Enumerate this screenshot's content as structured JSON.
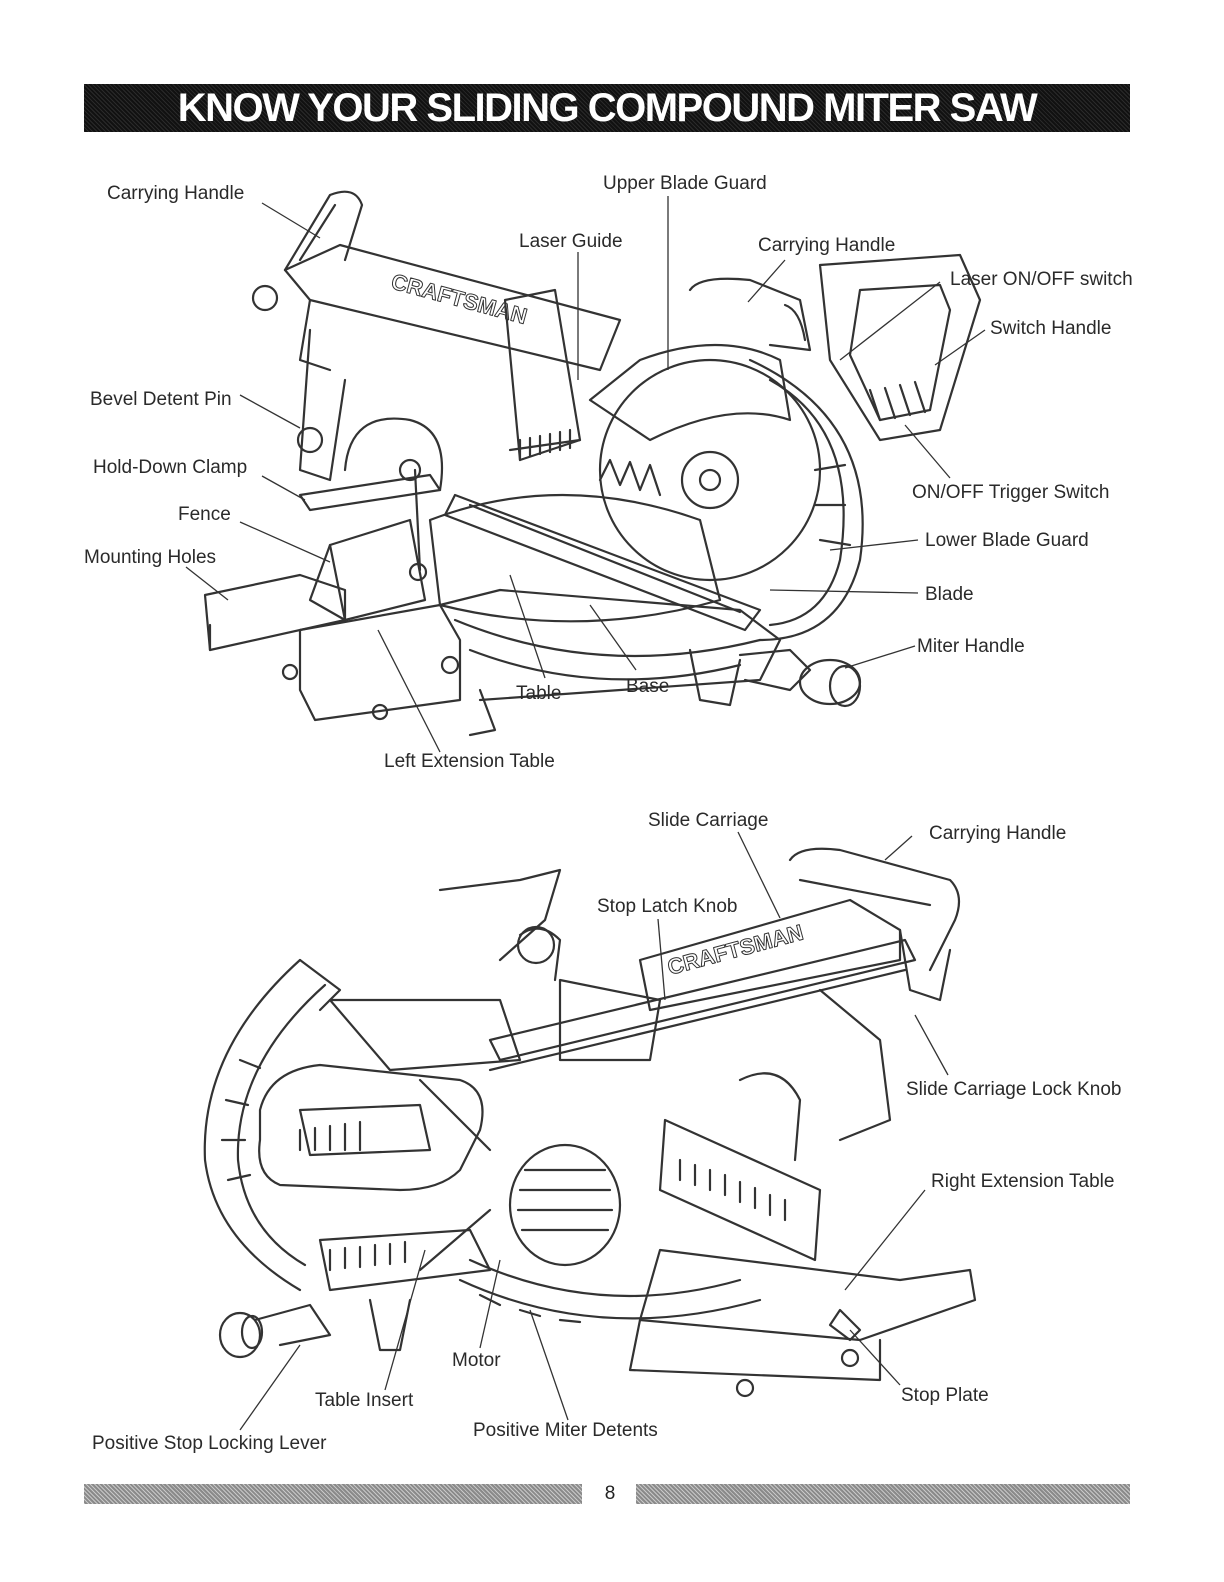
{
  "title": "KNOW YOUR SLIDING COMPOUND MITER SAW",
  "page_number": "8",
  "figure_top": {
    "labels": {
      "carrying_handle_left": "Carrying Handle",
      "upper_blade_guard": "Upper Blade Guard",
      "laser_guide": "Laser Guide",
      "carrying_handle_right": "Carrying Handle",
      "laser_switch": "Laser ON/OFF switch",
      "switch_handle": "Switch Handle",
      "bevel_detent_pin": "Bevel Detent Pin",
      "hold_down_clamp": "Hold-Down Clamp",
      "fence": "Fence",
      "mounting_holes": "Mounting Holes",
      "trigger_switch": "ON/OFF Trigger Switch",
      "lower_blade_guard": "Lower Blade Guard",
      "blade": "Blade",
      "miter_handle": "Miter Handle",
      "table": "Table",
      "base": "Base",
      "left_extension_table": "Left Extension Table"
    }
  },
  "figure_bottom": {
    "labels": {
      "slide_carriage": "Slide Carriage",
      "carrying_handle": "Carrying Handle",
      "stop_latch_knob": "Stop Latch Knob",
      "slide_carriage_lock_knob": "Slide Carriage Lock Knob",
      "right_extension_table": "Right Extension Table",
      "motor": "Motor",
      "stop_plate": "Stop Plate",
      "table_insert": "Table Insert",
      "positive_miter_detents": "Positive Miter Detents",
      "positive_stop_locking_lever": "Positive Stop Locking Lever"
    }
  },
  "brand_marking": "CRAFTSMAN"
}
